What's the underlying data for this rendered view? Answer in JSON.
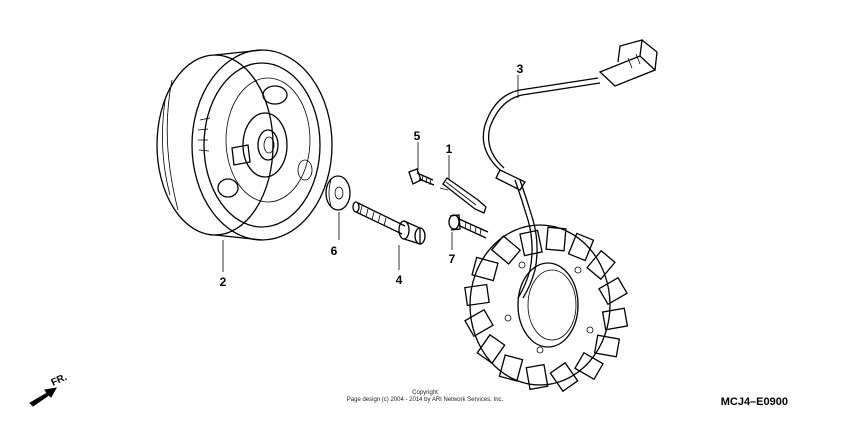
{
  "callouts": {
    "c1": "1",
    "c2": "2",
    "c3": "3",
    "c4": "4",
    "c5": "5",
    "c6": "6",
    "c7": "7"
  },
  "copyright": {
    "line1": "Copyright",
    "line2": "Page design (c) 2004 - 2014 by ARI Network Services, Inc."
  },
  "diagram_code": "MCJ4–E0900",
  "direction": {
    "label": "FR.",
    "icon": "front-arrow-icon"
  }
}
